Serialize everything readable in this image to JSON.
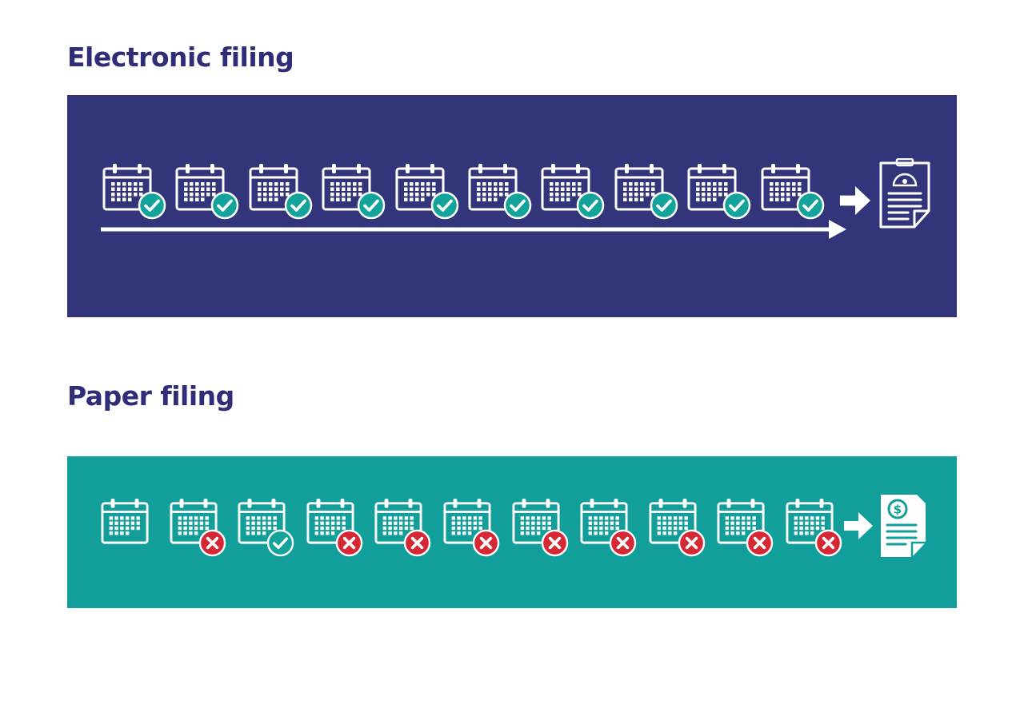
{
  "colors": {
    "heading": "#2f2d77",
    "electronic_bg": "#33357b",
    "paper_bg": "#129e9b",
    "check_badge": "#14a39a",
    "cross_badge": "#d62834",
    "icon_stroke": "#ffffff"
  },
  "electronic": {
    "heading": "Electronic filing",
    "days": [
      "check",
      "check",
      "check",
      "check",
      "check",
      "check",
      "check",
      "check",
      "check",
      "check"
    ],
    "end_icon": "receipt-document-icon"
  },
  "paper": {
    "heading": "Paper filing",
    "days": [
      "none",
      "cross",
      "check",
      "cross",
      "cross",
      "cross",
      "cross",
      "cross",
      "cross",
      "cross",
      "cross"
    ],
    "end_icon": "dollar-document-icon"
  }
}
